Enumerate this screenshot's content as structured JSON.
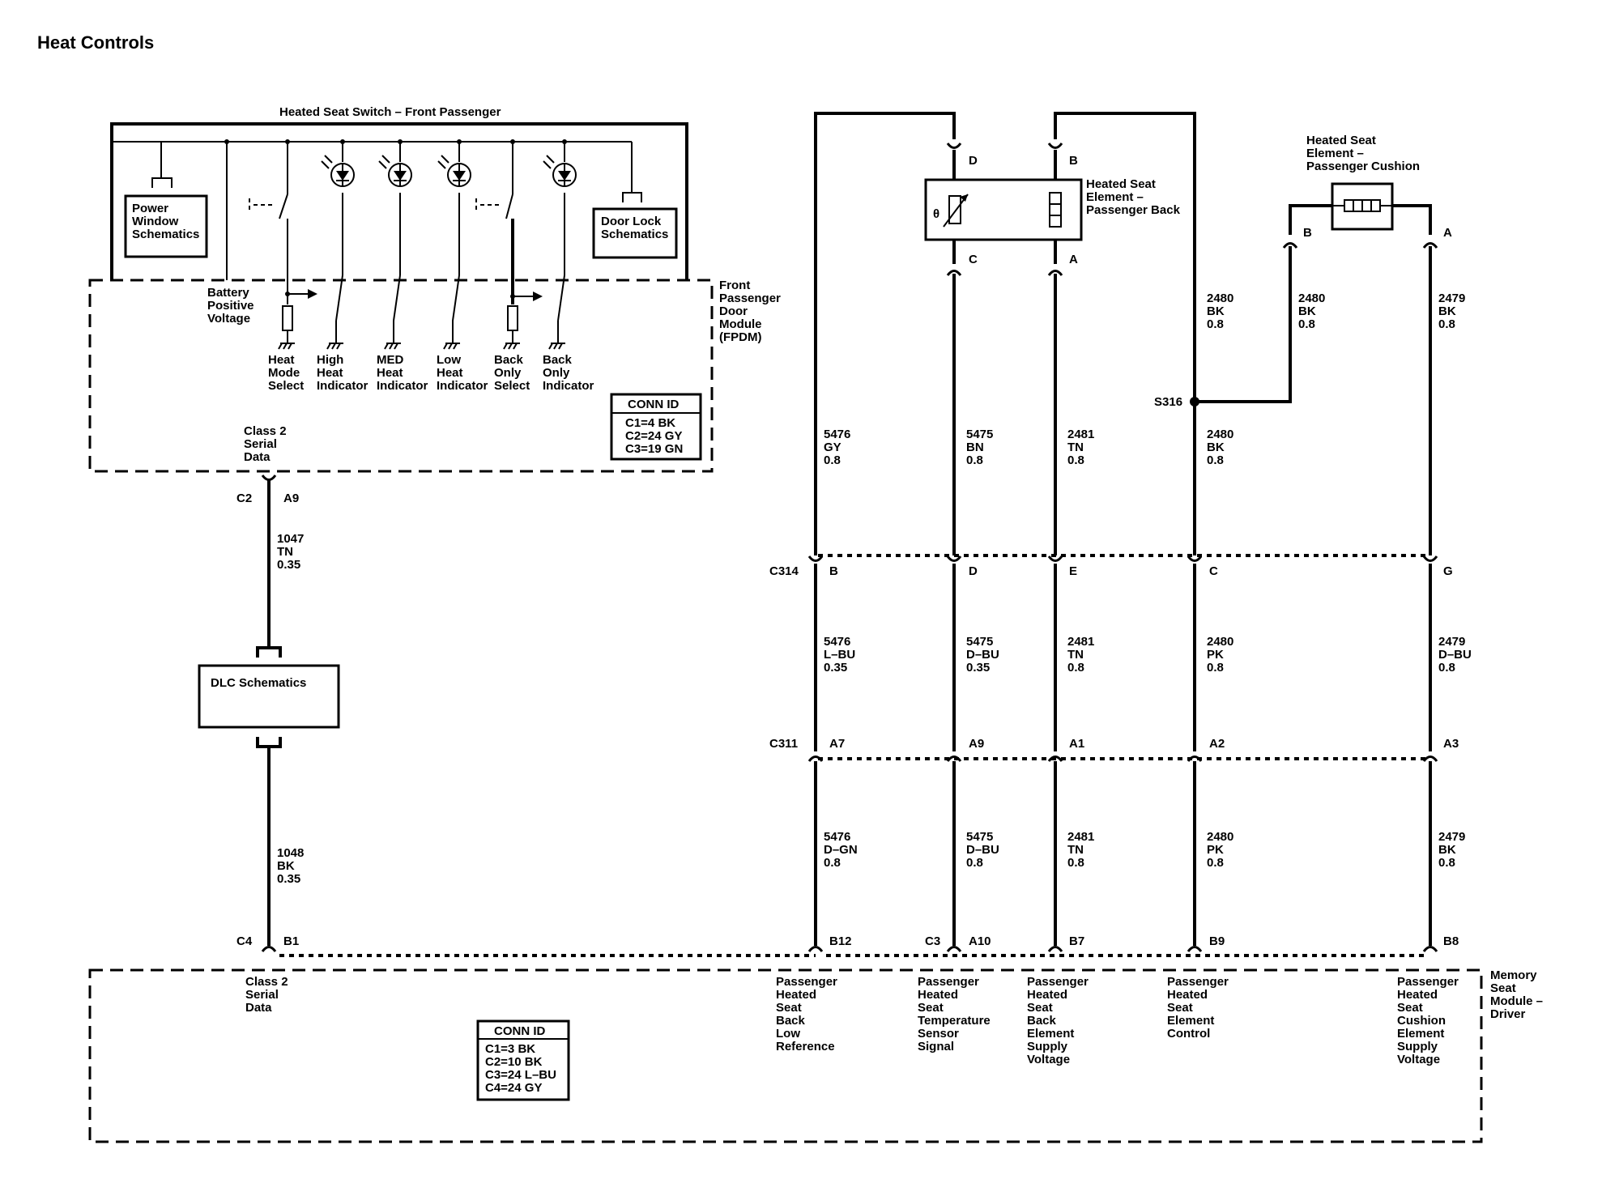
{
  "title": "Heat Controls",
  "switch": {
    "name": "Heated Seat Switch – Front Passenger",
    "power_window": [
      "Power",
      "Window",
      "Schematics"
    ],
    "door_lock": [
      "Door Lock",
      "Schematics"
    ],
    "battery": [
      "Battery",
      "Positive",
      "Voltage"
    ],
    "outputs": [
      {
        "id": "heat-mode-select",
        "lines": [
          "Heat",
          "Mode",
          "Select"
        ]
      },
      {
        "id": "high-heat-indicator",
        "lines": [
          "High",
          "Heat",
          "Indicator"
        ]
      },
      {
        "id": "med-heat-indicator",
        "lines": [
          "MED",
          "Heat",
          "Indicator"
        ]
      },
      {
        "id": "low-heat-indicator",
        "lines": [
          "Low",
          "Heat",
          "Indicator"
        ]
      },
      {
        "id": "back-only-select",
        "lines": [
          "Back",
          "Only",
          "Select"
        ]
      },
      {
        "id": "back-only-indicator",
        "lines": [
          "Back",
          "Only",
          "Indicator"
        ]
      }
    ]
  },
  "fpdm": {
    "name": [
      "Front",
      "Passenger",
      "Door",
      "Module",
      "(FPDM)"
    ],
    "class2": [
      "Class 2",
      "Serial",
      "Data"
    ],
    "conn_title": "CONN ID",
    "conn": [
      "C1=4 BK",
      "C2=24 GY",
      "C3=19 GN"
    ]
  },
  "dlc": {
    "label": "DLC Schematics",
    "conn_top": "C2",
    "pin_top": "A9",
    "wire_top": [
      "1047",
      "TN",
      "0.35"
    ],
    "wire_bottom": [
      "1048",
      "BK",
      "0.35"
    ],
    "conn_bottom": "C4",
    "pin_bottom": "B1"
  },
  "back_element": {
    "name": [
      "Heated Seat",
      "Element –",
      "Passenger Back"
    ],
    "pins": [
      "D",
      "B",
      "C",
      "A"
    ]
  },
  "cushion_element": {
    "name": [
      "Heated Seat",
      "Element –",
      "Passenger Cushion"
    ],
    "pins": [
      "B",
      "A"
    ]
  },
  "splice": "S316",
  "splice_wires": [
    {
      "id": "s316-up",
      "lines": [
        "2480",
        "BK",
        "0.8"
      ]
    },
    {
      "id": "s316-cushion",
      "lines": [
        "2480",
        "BK",
        "0.8"
      ]
    },
    {
      "id": "cushion-a",
      "lines": [
        "2479",
        "BK",
        "0.8"
      ]
    }
  ],
  "c314": {
    "name": "C314",
    "pins": [
      "B",
      "D",
      "E",
      "C",
      "G"
    ]
  },
  "c311": {
    "name": "C311",
    "pins": [
      "A7",
      "A9",
      "A1",
      "A2",
      "A3"
    ]
  },
  "upper_wires": [
    {
      "id": "w5476-up",
      "lines": [
        "5476",
        "GY",
        "0.8"
      ]
    },
    {
      "id": "w5475-up",
      "lines": [
        "5475",
        "BN",
        "0.8"
      ]
    },
    {
      "id": "w2481-up",
      "lines": [
        "2481",
        "TN",
        "0.8"
      ]
    },
    {
      "id": "w2480-up",
      "lines": [
        "2480",
        "BK",
        "0.8"
      ]
    }
  ],
  "middle_wires": [
    {
      "id": "w5476-mid",
      "lines": [
        "5476",
        "L–BU",
        "0.35"
      ]
    },
    {
      "id": "w5475-mid",
      "lines": [
        "5475",
        "D–BU",
        "0.35"
      ]
    },
    {
      "id": "w2481-mid",
      "lines": [
        "2481",
        "TN",
        "0.8"
      ]
    },
    {
      "id": "w2480-mid",
      "lines": [
        "2480",
        "PK",
        "0.8"
      ]
    },
    {
      "id": "w2479-mid",
      "lines": [
        "2479",
        "D–BU",
        "0.8"
      ]
    }
  ],
  "lower_wires": [
    {
      "id": "w5476-low",
      "lines": [
        "5476",
        "D–GN",
        "0.8"
      ]
    },
    {
      "id": "w5475-low",
      "lines": [
        "5475",
        "D–BU",
        "0.8"
      ]
    },
    {
      "id": "w2481-low",
      "lines": [
        "2481",
        "TN",
        "0.8"
      ]
    },
    {
      "id": "w2480-low",
      "lines": [
        "2480",
        "PK",
        "0.8"
      ]
    },
    {
      "id": "w2479-low",
      "lines": [
        "2479",
        "BK",
        "0.8"
      ]
    }
  ],
  "msm": {
    "name": [
      "Memory",
      "Seat",
      "Module –",
      "Driver"
    ],
    "c3": "C3",
    "pins": [
      "B12",
      "A10",
      "B7",
      "B9",
      "B8"
    ],
    "signals": [
      {
        "id": "sig-back-low-ref",
        "lines": [
          "Passenger",
          "Heated",
          "Seat",
          "Back",
          "Low",
          "Reference"
        ]
      },
      {
        "id": "sig-temp-sensor",
        "lines": [
          "Passenger",
          "Heated",
          "Seat",
          "Temperature",
          "Sensor",
          "Signal"
        ]
      },
      {
        "id": "sig-back-supply",
        "lines": [
          "Passenger",
          "Heated",
          "Seat",
          "Back",
          "Element",
          "Supply",
          "Voltage"
        ]
      },
      {
        "id": "sig-element-control",
        "lines": [
          "Passenger",
          "Heated",
          "Seat",
          "Element",
          "Control"
        ]
      },
      {
        "id": "sig-cushion-supply",
        "lines": [
          "Passenger",
          "Heated",
          "Seat",
          "Cushion",
          "Element",
          "Supply",
          "Voltage"
        ]
      }
    ],
    "class2": [
      "Class 2",
      "Serial",
      "Data"
    ],
    "conn_title": "CONN ID",
    "conn": [
      "C1=3 BK",
      "C2=10 BK",
      "C3=24 L–BU",
      "C4=24 GY"
    ]
  }
}
